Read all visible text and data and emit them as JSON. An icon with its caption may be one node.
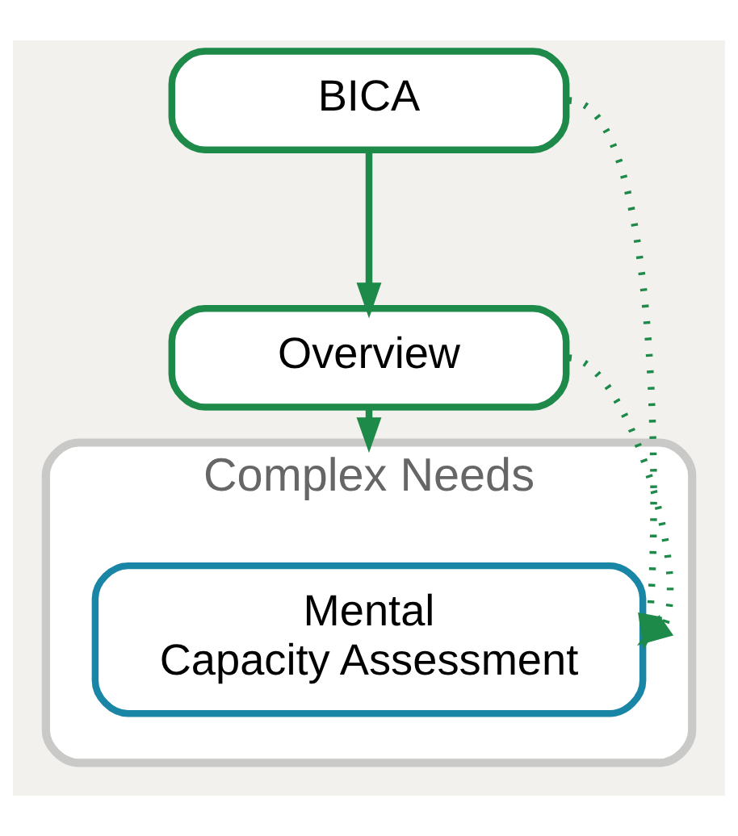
{
  "diagram": {
    "nodes": [
      {
        "text": [
          "BICA"
        ]
      },
      {
        "text": [
          "Overview"
        ]
      },
      {
        "text": [
          "Complex Needs"
        ]
      },
      {
        "text": [
          "Mental Capacity Assessment"
        ],
        "in": 2
      }
    ],
    "edges": [
      {
        "from": 0,
        "to": 1,
        "arrow": "to"
      },
      {
        "from": 0,
        "to": 3,
        "arrow": "to",
        "style": "dashed"
      },
      {
        "from": 1,
        "to": 3,
        "arrow": "to",
        "style": "dashed"
      },
      {
        "from": 1,
        "to": 2,
        "arrow": "to"
      }
    ]
  }
}
